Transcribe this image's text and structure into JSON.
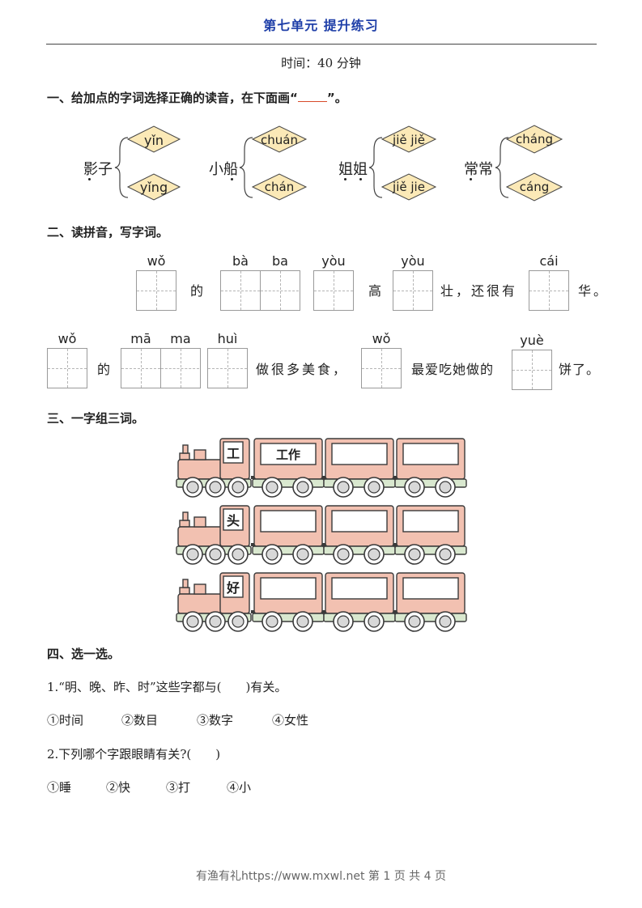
{
  "header": {
    "title": "第七单元 提升练习",
    "time": "时间：40 分钟"
  },
  "section1": {
    "heading_pre": "一、给加点的字词选择正确的读音，在下面画“",
    "heading_post": "”。",
    "items": [
      {
        "word": "影子",
        "top": "yǐn",
        "bottom": "yǐng"
      },
      {
        "word": "小船",
        "top": "chuán",
        "bottom": "chán"
      },
      {
        "word": "姐姐",
        "top": "jiě jiě",
        "bottom": "jiě jie"
      },
      {
        "word": "常常",
        "top": "cháng",
        "bottom": "cáng"
      }
    ]
  },
  "section2": {
    "heading": "二、读拼音，写字词。",
    "row1": {
      "py": [
        "wǒ",
        "bà",
        "ba",
        "yòu",
        "yòu",
        "cái"
      ],
      "t1": "的",
      "t2": "高",
      "t3": "壮，还很有",
      "t4": "华。"
    },
    "row2": {
      "py": [
        "wǒ",
        "mā",
        "ma",
        "huì",
        "wǒ",
        "yuè"
      ],
      "t1": "的",
      "t2": "做很多美食，",
      "t3": "最爱吃她做的",
      "t4": "饼了。"
    }
  },
  "section3": {
    "heading": "三、一字组三词。",
    "trains": [
      {
        "char": "工",
        "words": [
          "工作",
          "",
          ""
        ]
      },
      {
        "char": "头",
        "words": [
          "",
          "",
          ""
        ]
      },
      {
        "char": "好",
        "words": [
          "",
          "",
          ""
        ]
      }
    ],
    "colors": {
      "car_fill": "#f2c1b1",
      "stroke": "#3a3a3a",
      "base": "#d9e8cf",
      "wheel": "#d8d8d8"
    }
  },
  "section4": {
    "heading": "四、选一选。",
    "q1": "1.“明、晚、昨、时”这些字都与(　　)有关。",
    "q1_options": [
      "①时间",
      "②数目",
      "③数字",
      "④女性"
    ],
    "q2": "2.下列哪个字跟眼睛有关?(　　)",
    "q2_options": [
      "①睡",
      "②快",
      "③打",
      "④小"
    ]
  },
  "footer": "有渔有礼https://www.mxwl.net 第 1 页 共 4 页"
}
